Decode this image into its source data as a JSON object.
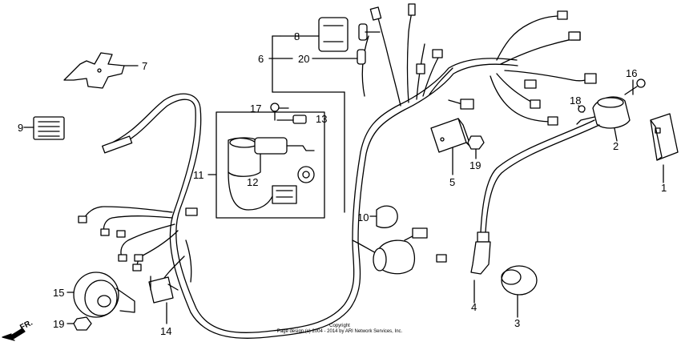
{
  "labels": [
    {
      "id": "p1",
      "text": "1"
    },
    {
      "id": "p2",
      "text": "2"
    },
    {
      "id": "p3",
      "text": "3"
    },
    {
      "id": "p4",
      "text": "4"
    },
    {
      "id": "p5",
      "text": "5"
    },
    {
      "id": "p6",
      "text": "6"
    },
    {
      "id": "p7",
      "text": "7"
    },
    {
      "id": "p8",
      "text": "8"
    },
    {
      "id": "p9",
      "text": "9"
    },
    {
      "id": "p10",
      "text": "10"
    },
    {
      "id": "p11",
      "text": "11"
    },
    {
      "id": "p12",
      "text": "12"
    },
    {
      "id": "p13",
      "text": "13"
    },
    {
      "id": "p14",
      "text": "14"
    },
    {
      "id": "p15",
      "text": "15"
    },
    {
      "id": "p16",
      "text": "16"
    },
    {
      "id": "p17",
      "text": "17"
    },
    {
      "id": "p18",
      "text": "18"
    },
    {
      "id": "p19a",
      "text": "19"
    },
    {
      "id": "p19b",
      "text": "19"
    },
    {
      "id": "p20",
      "text": "20"
    }
  ],
  "direction": "FR.",
  "copyright": {
    "line1": "Copyright",
    "line2": "Page design (c) 2004 - 2014 by ARI Network Services, Inc."
  }
}
